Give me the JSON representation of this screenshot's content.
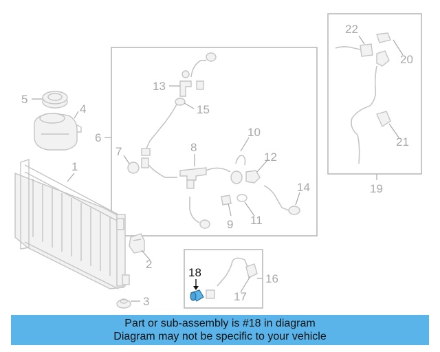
{
  "diagram": {
    "callouts": {
      "c1": "1",
      "c2": "2",
      "c3": "3",
      "c4": "4",
      "c5": "5",
      "c6": "6",
      "c7": "7",
      "c8": "8",
      "c9": "9",
      "c10": "10",
      "c11": "11",
      "c12": "12",
      "c13": "13",
      "c14": "14",
      "c15": "15",
      "c16": "16",
      "c17": "17",
      "c18": "18",
      "c19": "19",
      "c20": "20",
      "c21": "21",
      "c22": "22"
    },
    "highlighted_part": "18",
    "highlight_color": "#5ab4ea",
    "line_color": "#c4c4c4"
  },
  "banner": {
    "line1": "Part or sub-assembly is #18 in diagram",
    "line2": "Diagram may not be specific to your vehicle",
    "background": "#5ab4ea"
  }
}
